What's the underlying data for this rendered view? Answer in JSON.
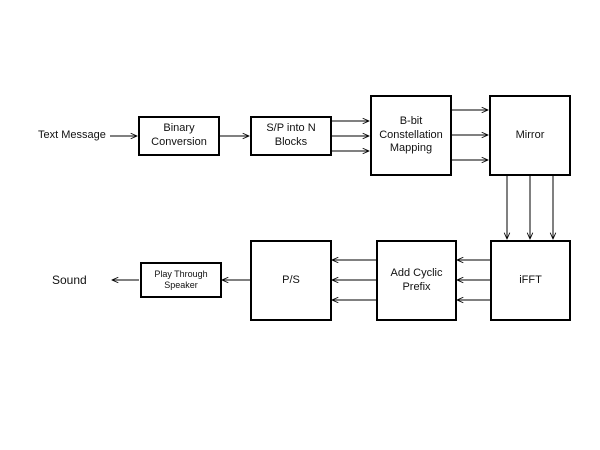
{
  "diagram": {
    "inputs": {
      "text_message": "Text Message",
      "sound": "Sound"
    },
    "blocks": {
      "binary_conversion": "Binary\nConversion",
      "sp_into_n_blocks": "S/P into N\nBlocks",
      "constellation_mapping": "B-bit\nConstellation\nMapping",
      "mirror": "Mirror",
      "ifft": "iFFT",
      "add_cyclic_prefix": "Add Cyclic\nPrefix",
      "ps": "P/S",
      "play_through_speaker": "Play Through\nSpeaker"
    },
    "colors": {
      "line": "#000000",
      "background": "#ffffff"
    }
  }
}
